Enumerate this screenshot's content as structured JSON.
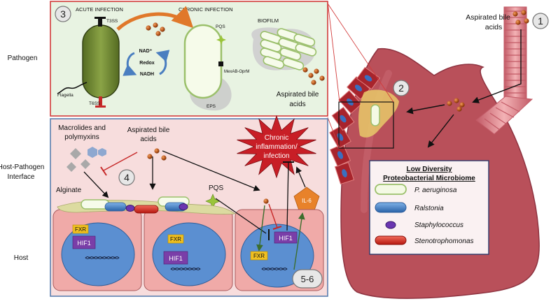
{
  "row_labels": {
    "pathogen": "Pathogen",
    "interface_line1": "Host-Pathogen",
    "interface_line2": "Interface",
    "host": "Host"
  },
  "steps": {
    "s1": "1",
    "s2": "2",
    "s3": "3",
    "s4": "4",
    "s56": "5-6"
  },
  "pathogen_panel": {
    "acute_title": "ACUTE INFECTION",
    "chronic_title": "CHRONIC INFECTION",
    "biofilm": "BIOFILM",
    "t3ss": "T3SS",
    "t6ss": "T6SS",
    "flagella": "Flagella",
    "nad": "NAD⁺",
    "redox": "Redox",
    "nadh": "NADH",
    "pqs": "PQS",
    "mexab": "MexAB-OprM",
    "eps": "EPS",
    "bile_line1": "Aspirated bile",
    "bile_line2": "acids"
  },
  "interface_panel": {
    "macro_line1": "Macrolides and",
    "macro_line2": "polymyxins",
    "bile_line1": "Aspirated bile",
    "bile_line2": "acids",
    "alginate": "Alginate",
    "pqs": "PQS",
    "inflammation_line1": "Chronic",
    "inflammation_line2": "inflammation/",
    "inflammation_line3": "infection",
    "il6": "IL-6"
  },
  "host_cells": {
    "fxr": "FXR",
    "hif1": "HIF1"
  },
  "lung": {
    "bile_line1": "Aspirated bile",
    "bile_line2": "acids"
  },
  "legend": {
    "title_line1": "Low Diversity",
    "title_line2": "Proteobacterial Microbiome",
    "items": [
      "P. aeruginosa",
      "Ralstonia",
      "Staphylococcus",
      "Stenotrophomonas"
    ]
  },
  "colors": {
    "lung": "#b9505a",
    "pathogen_border": "#d23b3b",
    "interface_border": "#5a7fb0",
    "nucleus": "#5b8fd1",
    "hif1": "#7a3ea8",
    "fxr": "#f0c020",
    "bile": "#b5541b",
    "star": "#c81e26",
    "il6": "#e8822a"
  }
}
